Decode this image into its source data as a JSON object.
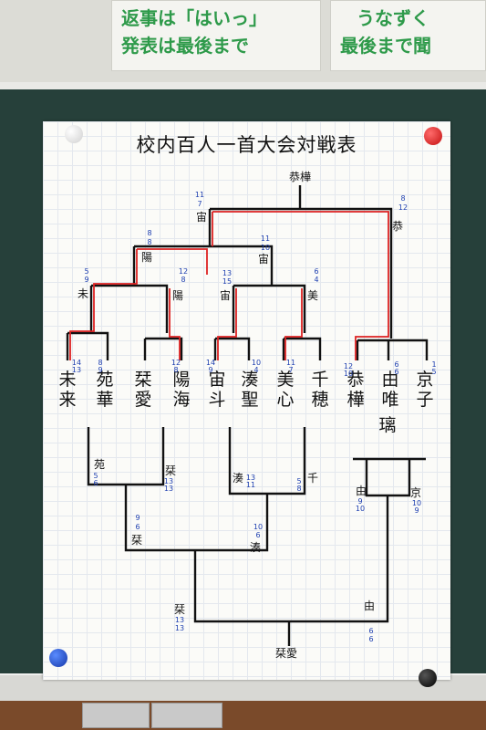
{
  "signs": [
    {
      "line1": "返事は「はいっ」",
      "line2": "発表は最後まで"
    },
    {
      "line1": "うなずく",
      "line2": "最後まで聞"
    }
  ],
  "poster": {
    "title": "校内百人一首大会対戦表",
    "champion": "恭樺",
    "runner_up": "栞愛",
    "players": [
      {
        "top": "未",
        "bottom": "来"
      },
      {
        "top": "苑",
        "bottom": "華"
      },
      {
        "top": "栞",
        "bottom": "愛"
      },
      {
        "top": "陽",
        "bottom": "海"
      },
      {
        "top": "宙",
        "bottom": "斗"
      },
      {
        "top": "湊",
        "bottom": "聖"
      },
      {
        "top": "美",
        "bottom": "心"
      },
      {
        "top": "千",
        "bottom": "穂"
      },
      {
        "top": "恭",
        "bottom": "樺"
      },
      {
        "top": "由",
        "bottom": "唯"
      },
      {
        "top": "京",
        "bottom": "子"
      }
    ],
    "extra_player": "璃",
    "upper_labels": [
      "宙",
      "恭",
      "陽",
      "宙",
      "未",
      "陽",
      "宙",
      "美"
    ],
    "lower_labels": [
      "苑",
      "栞",
      "湊",
      "千",
      "由",
      "京",
      "栞",
      "湊",
      "栞",
      "由"
    ],
    "scores_upper": [
      "11",
      "7",
      "8",
      "12",
      "8",
      "8",
      "11",
      "10",
      "5",
      "9",
      "12",
      "8",
      "13",
      "15",
      "6",
      "4"
    ],
    "scores_first": [
      "14",
      "13",
      "8",
      "9",
      "12",
      "8",
      "14",
      "9",
      "10",
      "4",
      "11",
      "7",
      "12",
      "10",
      "6",
      "6",
      "1",
      "5"
    ],
    "scores_lower": [
      "5",
      "6",
      "13",
      "13",
      "13",
      "11",
      "5",
      "8",
      "9",
      "10",
      "10",
      "9",
      "9",
      "6",
      "10",
      "6",
      "13",
      "13",
      "6",
      "6"
    ]
  }
}
